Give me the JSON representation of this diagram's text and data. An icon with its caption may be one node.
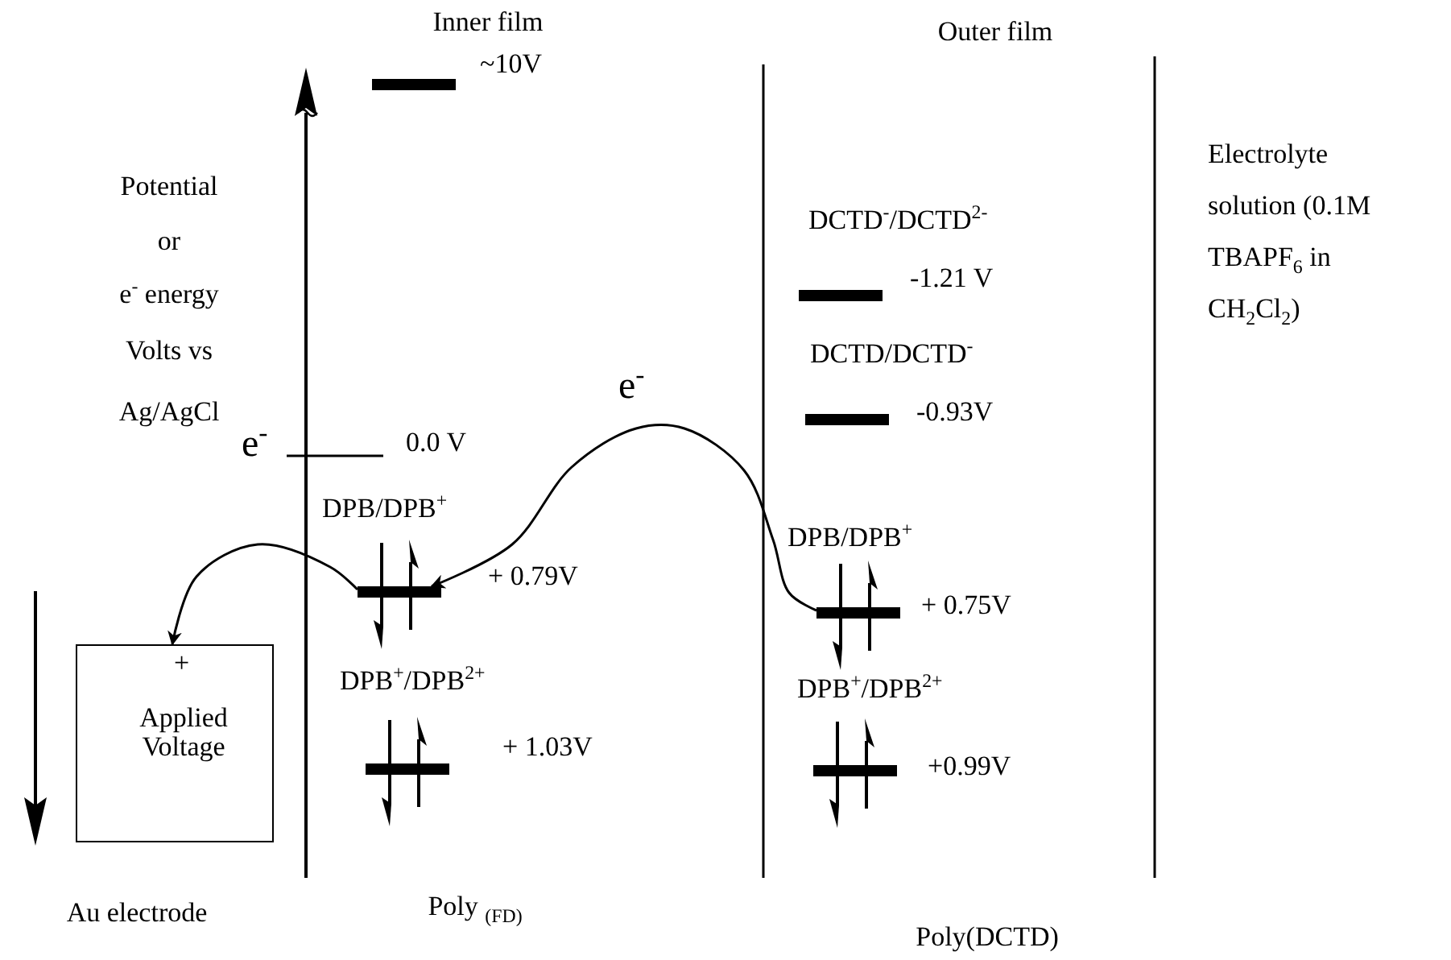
{
  "diagram": {
    "nodes": [
      {
        "text": [],
        "shape": "bar",
        "beside": [
          "~10V"
        ]
      },
      {
        "text": [],
        "shape": "bar",
        "beside": [
          "-1.21 V"
        ]
      },
      {
        "text": [],
        "shape": "bar",
        "beside": [
          "-0.93V"
        ]
      },
      {
        "text": [],
        "shape": "bar",
        "beside": [
          "+ 0.79V"
        ]
      },
      {
        "text": [],
        "shape": "bar",
        "beside": [
          "+ 0.75V"
        ]
      },
      {
        "text": [
          "+",
          "Applied Voltage"
        ]
      },
      {
        "text": [],
        "shape": "bar",
        "beside": [
          "+ 1.03V"
        ]
      },
      {
        "text": [],
        "shape": "bar",
        "beside": [
          "+0.99V"
        ]
      }
    ],
    "edges": [
      {
        "from": 4,
        "to": 3,
        "arrow": "to",
        "label": "e$^{-}$"
      },
      {
        "from": 3,
        "to": 5,
        "arrow": "to"
      }
    ],
    "labels": [
      "Inner film",
      "Outer film",
      "Potential",
      "or",
      "e$^{-}$ energy",
      "Volts vs",
      "Ag/AgCl",
      "Electrolyte solution (0.1M TBAPF$_{6}$ in CH$_{2}$Cl$_{2}$)",
      "DCTD$^{-}$/DCTD$^{2-}$",
      "DCTD/DCTD$^{-}$",
      "e$^{-}$",
      "0.0 V",
      "DPB/DPB$^{+}$",
      "DPB/DPB$^{+}$",
      "DPB$^{+}$/DPB$^{2+}$",
      "DPB$^{+}$/DPB$^{2+}$",
      "Au electrode",
      "Poly $_{(FD)}$",
      "Poly(DCTD)"
    ]
  }
}
